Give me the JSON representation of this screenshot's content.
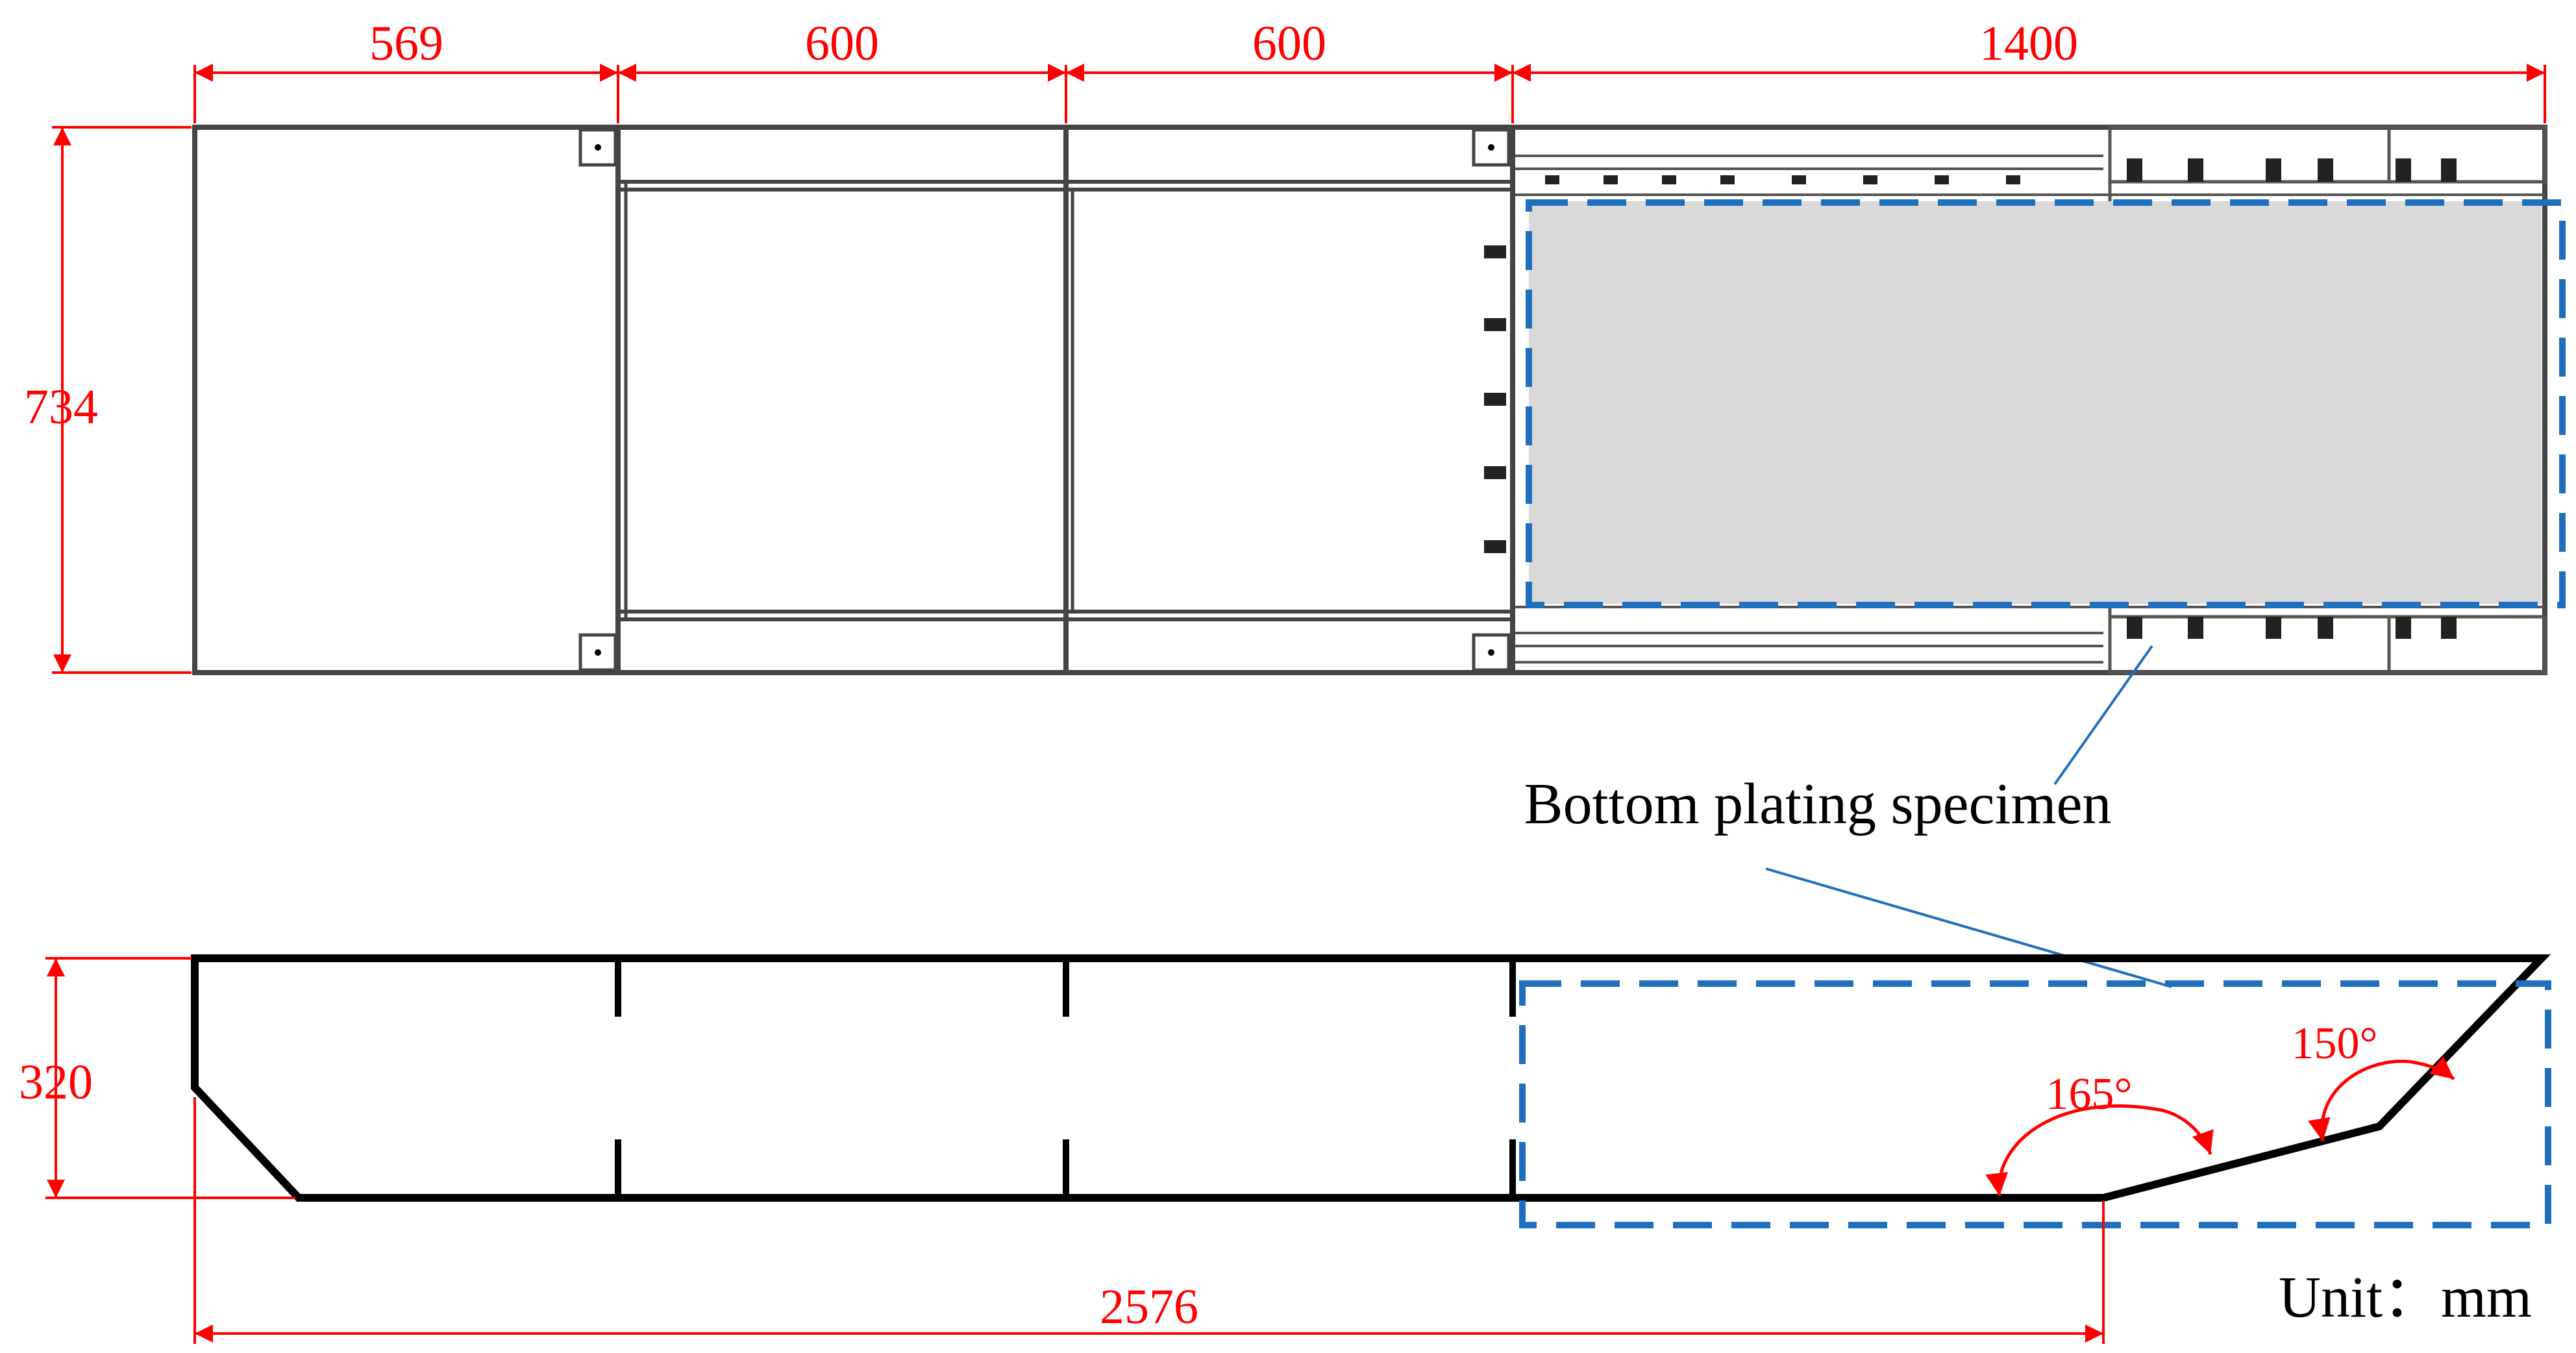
{
  "colors": {
    "dimension": "#ff0000",
    "outline": "#000000",
    "highlight": "#1f6fbf",
    "specimen_fill": "#d9d9d9"
  },
  "plan_view": {
    "dims": {
      "width_1": "569",
      "width_2": "600",
      "width_3": "600",
      "width_4": "1400",
      "height": "734"
    }
  },
  "side_view": {
    "dims": {
      "height": "320",
      "length": "2576"
    },
    "angles": {
      "angle_1": "165°",
      "angle_2": "150°"
    }
  },
  "labels": {
    "specimen": "Bottom plating specimen",
    "unit": "Unit：mm"
  }
}
